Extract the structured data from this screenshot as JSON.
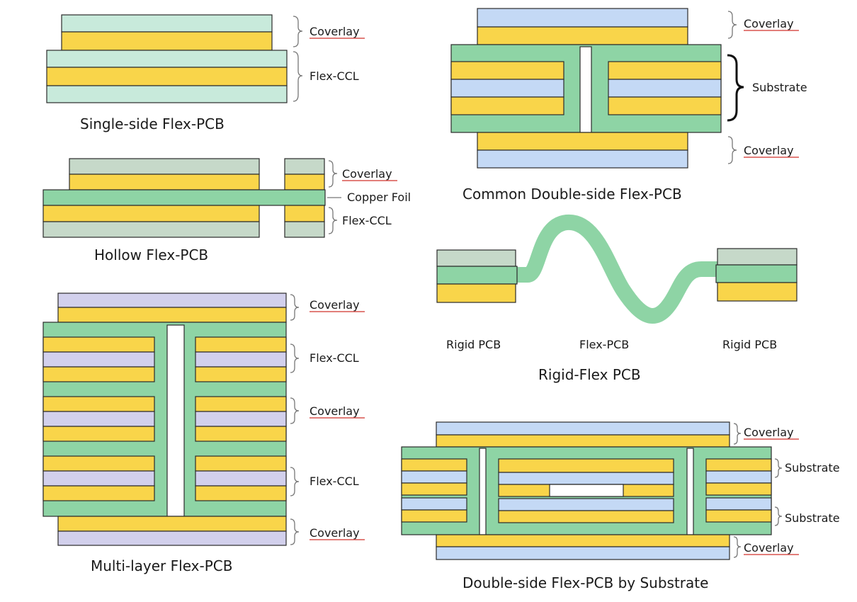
{
  "colors": {
    "copper": "#f9d54a",
    "flex_green": "#8ed4a5",
    "light_cyan": "#c8eadb",
    "light_blue": "#c4d9f5",
    "lavender": "#d2d0ec",
    "gray_green": "#c6d9c9",
    "outline": "#2b2b2b"
  },
  "labels": {
    "coverlay": "Coverlay",
    "flex_ccl": "Flex-CCL",
    "copper_foil": "Copper Foil",
    "substrate": "Substrate",
    "rigid_pcb": "Rigid PCB",
    "flex_pcb": "Flex-PCB"
  },
  "captions": {
    "single_side": "Single-side Flex-PCB",
    "hollow": "Hollow Flex-PCB",
    "multi_layer": "Multi-layer Flex-PCB",
    "common_double": "Common Double-side Flex-PCB",
    "rigid_flex": "Rigid-Flex PCB",
    "double_substrate": "Double-side Flex-PCB by Substrate"
  }
}
